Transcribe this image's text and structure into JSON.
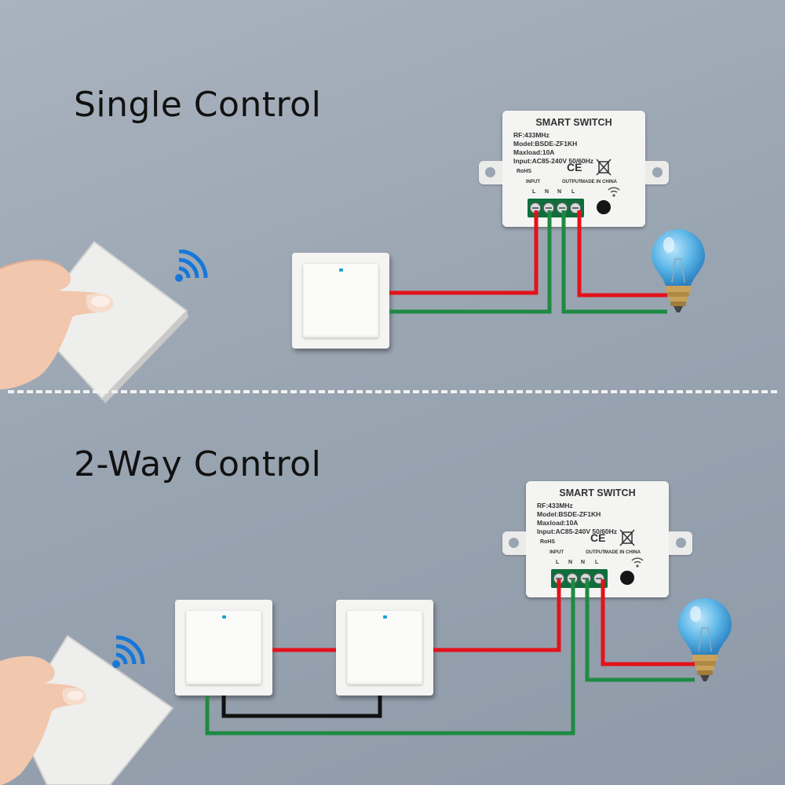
{
  "panels": [
    {
      "title": "Single Control",
      "module": {
        "title": "SMART SWITCH",
        "rf": "RF:433MHz",
        "model": "Model:BSDE-ZF1KH",
        "maxload": "Maxload:10A",
        "input": "Input:AC85-240V  50/60Hz",
        "ce": "CE",
        "rohs": "RoHS",
        "input_label": "INPUT",
        "output_label": "OUTPUT",
        "made_in": "MADE IN CHINA",
        "terminals": [
          "L",
          "N",
          "N",
          "L"
        ]
      }
    },
    {
      "title": "2-Way Control",
      "module": {
        "title": "SMART SWITCH",
        "rf": "RF:433MHz",
        "model": "Model:BSDE-ZF1KH",
        "maxload": "Maxload:10A",
        "input": "Input:AC85-240V  50/60Hz",
        "ce": "CE",
        "rohs": "RoHS",
        "input_label": "INPUT",
        "output_label": "OUTPUT",
        "made_in": "MADE IN CHINA",
        "terminals": [
          "L",
          "N",
          "N",
          "L"
        ]
      }
    }
  ],
  "colors": {
    "live": "#e3121b",
    "neutral": "#1e8a43",
    "traveler": "#111111",
    "wifi": "#1677d8",
    "bulb": "#5fb8e8"
  },
  "icons": [
    "wifi-signal-icon",
    "light-bulb-icon",
    "remote-switch-icon",
    "hand-icon"
  ]
}
